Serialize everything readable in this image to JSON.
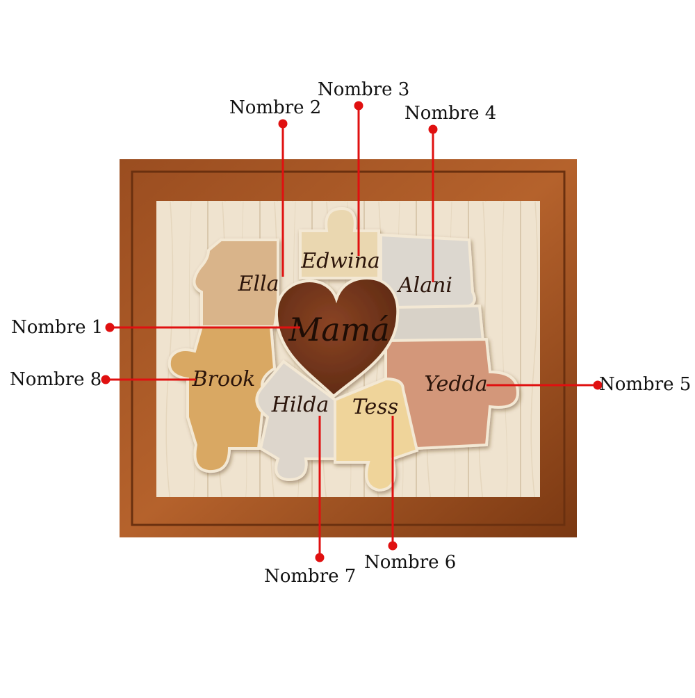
{
  "colors": {
    "frame_outer": "#7a3e16",
    "frame_inner": "#a8592a",
    "board_bg": "#efe3cf",
    "callout_red": "#e01010",
    "heart": "#6e3318",
    "text_dark": "#2b140a"
  },
  "center": {
    "name": "Mamá"
  },
  "pieces": [
    {
      "name": "Ella",
      "fill": "#d9b48a"
    },
    {
      "name": "Edwina",
      "fill": "#ead7b0"
    },
    {
      "name": "Alani",
      "fill": "#dcd7cf"
    },
    {
      "name": "Yedda",
      "fill": "#d3977a"
    },
    {
      "name": "Tess",
      "fill": "#efd49a"
    },
    {
      "name": "Hilda",
      "fill": "#ddd6cc"
    },
    {
      "name": "Brook",
      "fill": "#d9a863"
    }
  ],
  "callouts": [
    {
      "label": "Nombre 1"
    },
    {
      "label": "Nombre 2"
    },
    {
      "label": "Nombre 3"
    },
    {
      "label": "Nombre 4"
    },
    {
      "label": "Nombre 5"
    },
    {
      "label": "Nombre 6"
    },
    {
      "label": "Nombre 7"
    },
    {
      "label": "Nombre 8"
    }
  ]
}
